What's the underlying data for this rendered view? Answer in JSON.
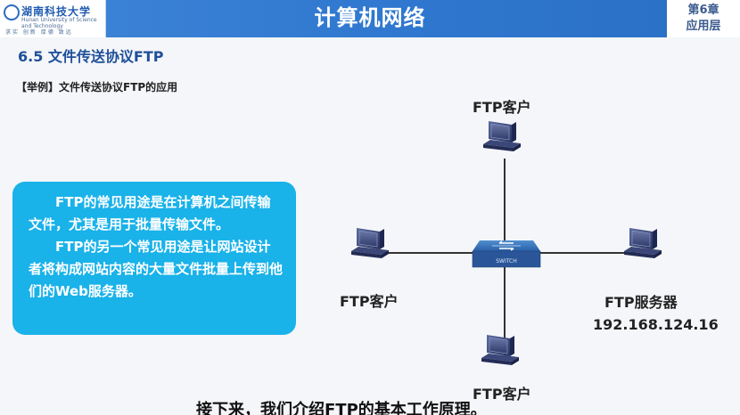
{
  "header": {
    "university_name": "湖南科技大学",
    "university_english": "Hunan University of Science and Technology",
    "university_motto": "求实 创新 厚德 致远",
    "title": "计算机网络",
    "chapter": "第6章",
    "chapter_name": "应用层"
  },
  "section_title": "6.5 文件传送协议FTP",
  "example_title": "【举例】文件传送协议FTP的应用",
  "description": {
    "para1": "FTP的常见用途是在计算机之间传输文件，尤其是用于批量传输文件。",
    "para2": "FTP的另一个常见用途是让网站设计者将构成网站内容的大量文件批量上传到他们的Web服务器。"
  },
  "diagram": {
    "top_client_label": "FTP客户",
    "left_client_label": "FTP客户",
    "bottom_client_label": "FTP客户",
    "server_label": "FTP服务器",
    "server_ip": "192.168.124.16",
    "switch_label": "SWITCH"
  },
  "subtitle": "接下来，我们介绍FTP的基本工作原理。",
  "colors": {
    "header_blue": "#2f77cf",
    "box_blue": "#19b2e9",
    "section_blue": "#1f4f9a"
  }
}
